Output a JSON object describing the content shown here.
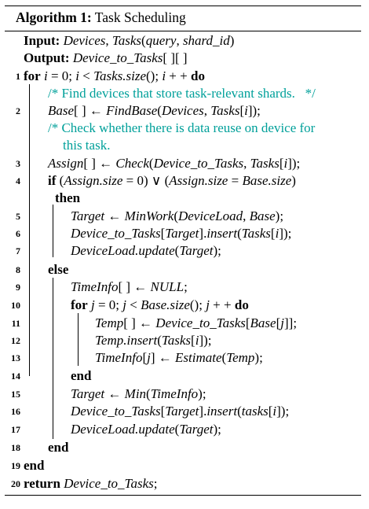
{
  "caption": {
    "label": "Algorithm 1:",
    "title": "Task Scheduling"
  },
  "lines": [
    {
      "num": "",
      "text": "<span class='kw'>Input:</span> <span class='it'>Devices</span>, <span class='it'>Tasks</span>(<span class='it'>query</span>, <span class='it'>shard_id</span>)"
    },
    {
      "num": "",
      "text": "<span class='kw'>Output:</span> <span class='it'>Device_to_Tasks</span>[ ][ ]"
    },
    {
      "num": "1",
      "text": "<span class='kw'>for</span> <span class='it'>i</span> = 0; <span class='it'>i</span> &lt; <span class='it'>Tasks.size</span>(); <span class='it'>i</span> + + <span class='kw'>do</span>"
    },
    {
      "num": "",
      "text": "<span class='cm'>/* Find devices that store task-relevant shards.&nbsp;&nbsp;&nbsp;*/</span>"
    },
    {
      "num": "2",
      "text": "<span class='it'>Base</span>[ ] ← <span class='it'>FindBase</span>(<span class='it'>Devices</span>, <span class='it'>Tasks</span>[<span class='it'>i</span>]);"
    },
    {
      "num": "",
      "text": "<span class='cm'>/* Check whether there is data reuse on device for</span>"
    },
    {
      "num": "",
      "text": "<span class='cm'>this task.</span>"
    },
    {
      "num": "3",
      "text": "<span class='it'>Assign</span>[ ] ← <span class='it'>Check</span>(<span class='it'>Device_to_Tasks</span>, <span class='it'>Tasks</span>[<span class='it'>i</span>]);"
    },
    {
      "num": "4",
      "text": "<span class='kw'>if</span> (<span class='it'>Assign.size</span> = 0) ∨ (<span class='it'>Assign.size</span> = <span class='it'>Base.size</span>)"
    },
    {
      "num": "",
      "text": "<span class='kw'>then</span>"
    },
    {
      "num": "5",
      "text": "<span class='it'>Target</span> ← <span class='it'>MinWork</span>(<span class='it'>DeviceLoad</span>, <span class='it'>Base</span>);"
    },
    {
      "num": "6",
      "text": "<span class='it'>Device_to_Tasks</span>[<span class='it'>Target</span>].<span class='it'>insert</span>(<span class='it'>Tasks</span>[<span class='it'>i</span>]);"
    },
    {
      "num": "7",
      "text": "<span class='it'>DeviceLoad.update</span>(<span class='it'>Target</span>);"
    },
    {
      "num": "8",
      "text": "<span class='kw'>else</span>"
    },
    {
      "num": "9",
      "text": "<span class='it'>TimeInfo</span>[ ] ← <span class='it'>NULL</span>;"
    },
    {
      "num": "10",
      "text": "<span class='kw'>for</span> <span class='it'>j</span> = 0; <span class='it'>j</span> &lt; <span class='it'>Base.size</span>(); <span class='it'>j</span> + + <span class='kw'>do</span>"
    },
    {
      "num": "11",
      "text": "<span class='it'>Temp</span>[ ] ← <span class='it'>Device_to_Tasks</span>[<span class='it'>Base</span>[<span class='it'>j</span>]];"
    },
    {
      "num": "12",
      "text": "<span class='it'>Temp.insert</span>(<span class='it'>Tasks</span>[<span class='it'>i</span>]);"
    },
    {
      "num": "13",
      "text": "<span class='it'>TimeInfo</span>[<span class='it'>j</span>] ← <span class='it'>Estimate</span>(<span class='it'>Temp</span>);"
    },
    {
      "num": "14",
      "text": "<span class='kw'>end</span>"
    },
    {
      "num": "15",
      "text": "<span class='it'>Target</span> ← <span class='it'>Min</span>(<span class='it'>TimeInfo</span>);"
    },
    {
      "num": "16",
      "text": "<span class='it'>Device_to_Tasks</span>[<span class='it'>Target</span>].<span class='it'>insert</span>(<span class='it'>tasks</span>[<span class='it'>i</span>]);"
    },
    {
      "num": "17",
      "text": "<span class='it'>DeviceLoad.update</span>(<span class='it'>Target</span>);"
    },
    {
      "num": "18",
      "text": "<span class='kw'>end</span>"
    },
    {
      "num": "19",
      "text": "<span class='kw'>end</span>"
    },
    {
      "num": "20",
      "text": "<span class='kw'>return</span> <span class='it'>Device_to_Tasks</span>;"
    }
  ],
  "colors": {
    "comment": "#00a09a",
    "text": "#000000"
  }
}
